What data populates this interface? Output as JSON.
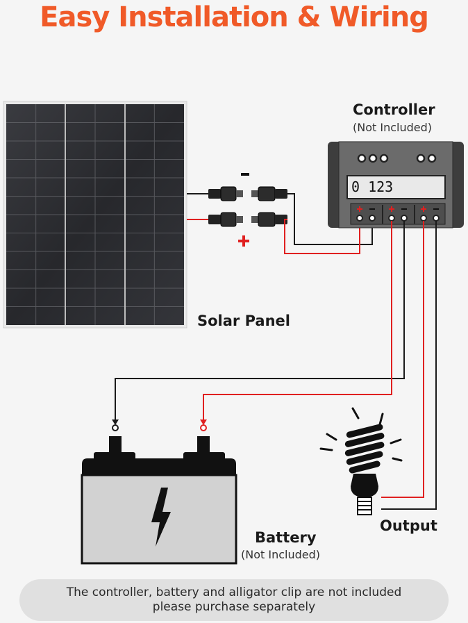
{
  "title": "Easy Installation & Wiring",
  "labels": {
    "controller": "Controller",
    "controller_sub": "(Not Included)",
    "solar_panel": "Solar Panel",
    "battery": "Battery",
    "battery_sub": "(Not Included)",
    "output": "Output",
    "minus_sign": "-",
    "plus_sign": "+"
  },
  "controller_display": "0 123",
  "note": {
    "line1": "The controller, battery and alligator clip are not included",
    "line2": "please purchase separately"
  },
  "colors": {
    "title": "#f05a28",
    "positive_wire": "#e02020",
    "negative_wire": "#1a1a1a",
    "panel": "#2e2f33",
    "controller_body": "#5a5a5a",
    "battery_body": "#d2d2d2"
  }
}
